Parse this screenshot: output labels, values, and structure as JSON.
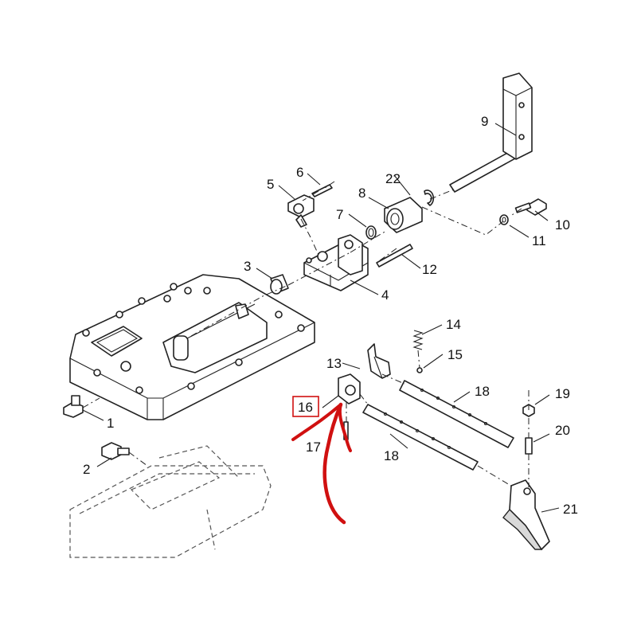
{
  "figure": {
    "callouts": [
      "1",
      "2",
      "3",
      "4",
      "5",
      "6",
      "7",
      "8",
      "9",
      "10",
      "11",
      "12",
      "13",
      "14",
      "15",
      "16",
      "17",
      "18",
      "18",
      "19",
      "20",
      "21",
      "22"
    ],
    "highlighted_callout": "16"
  },
  "colors": {
    "line": "#222222",
    "highlight": "#d01010",
    "background": "#ffffff"
  },
  "icons": [
    "red-arrow-icon"
  ]
}
